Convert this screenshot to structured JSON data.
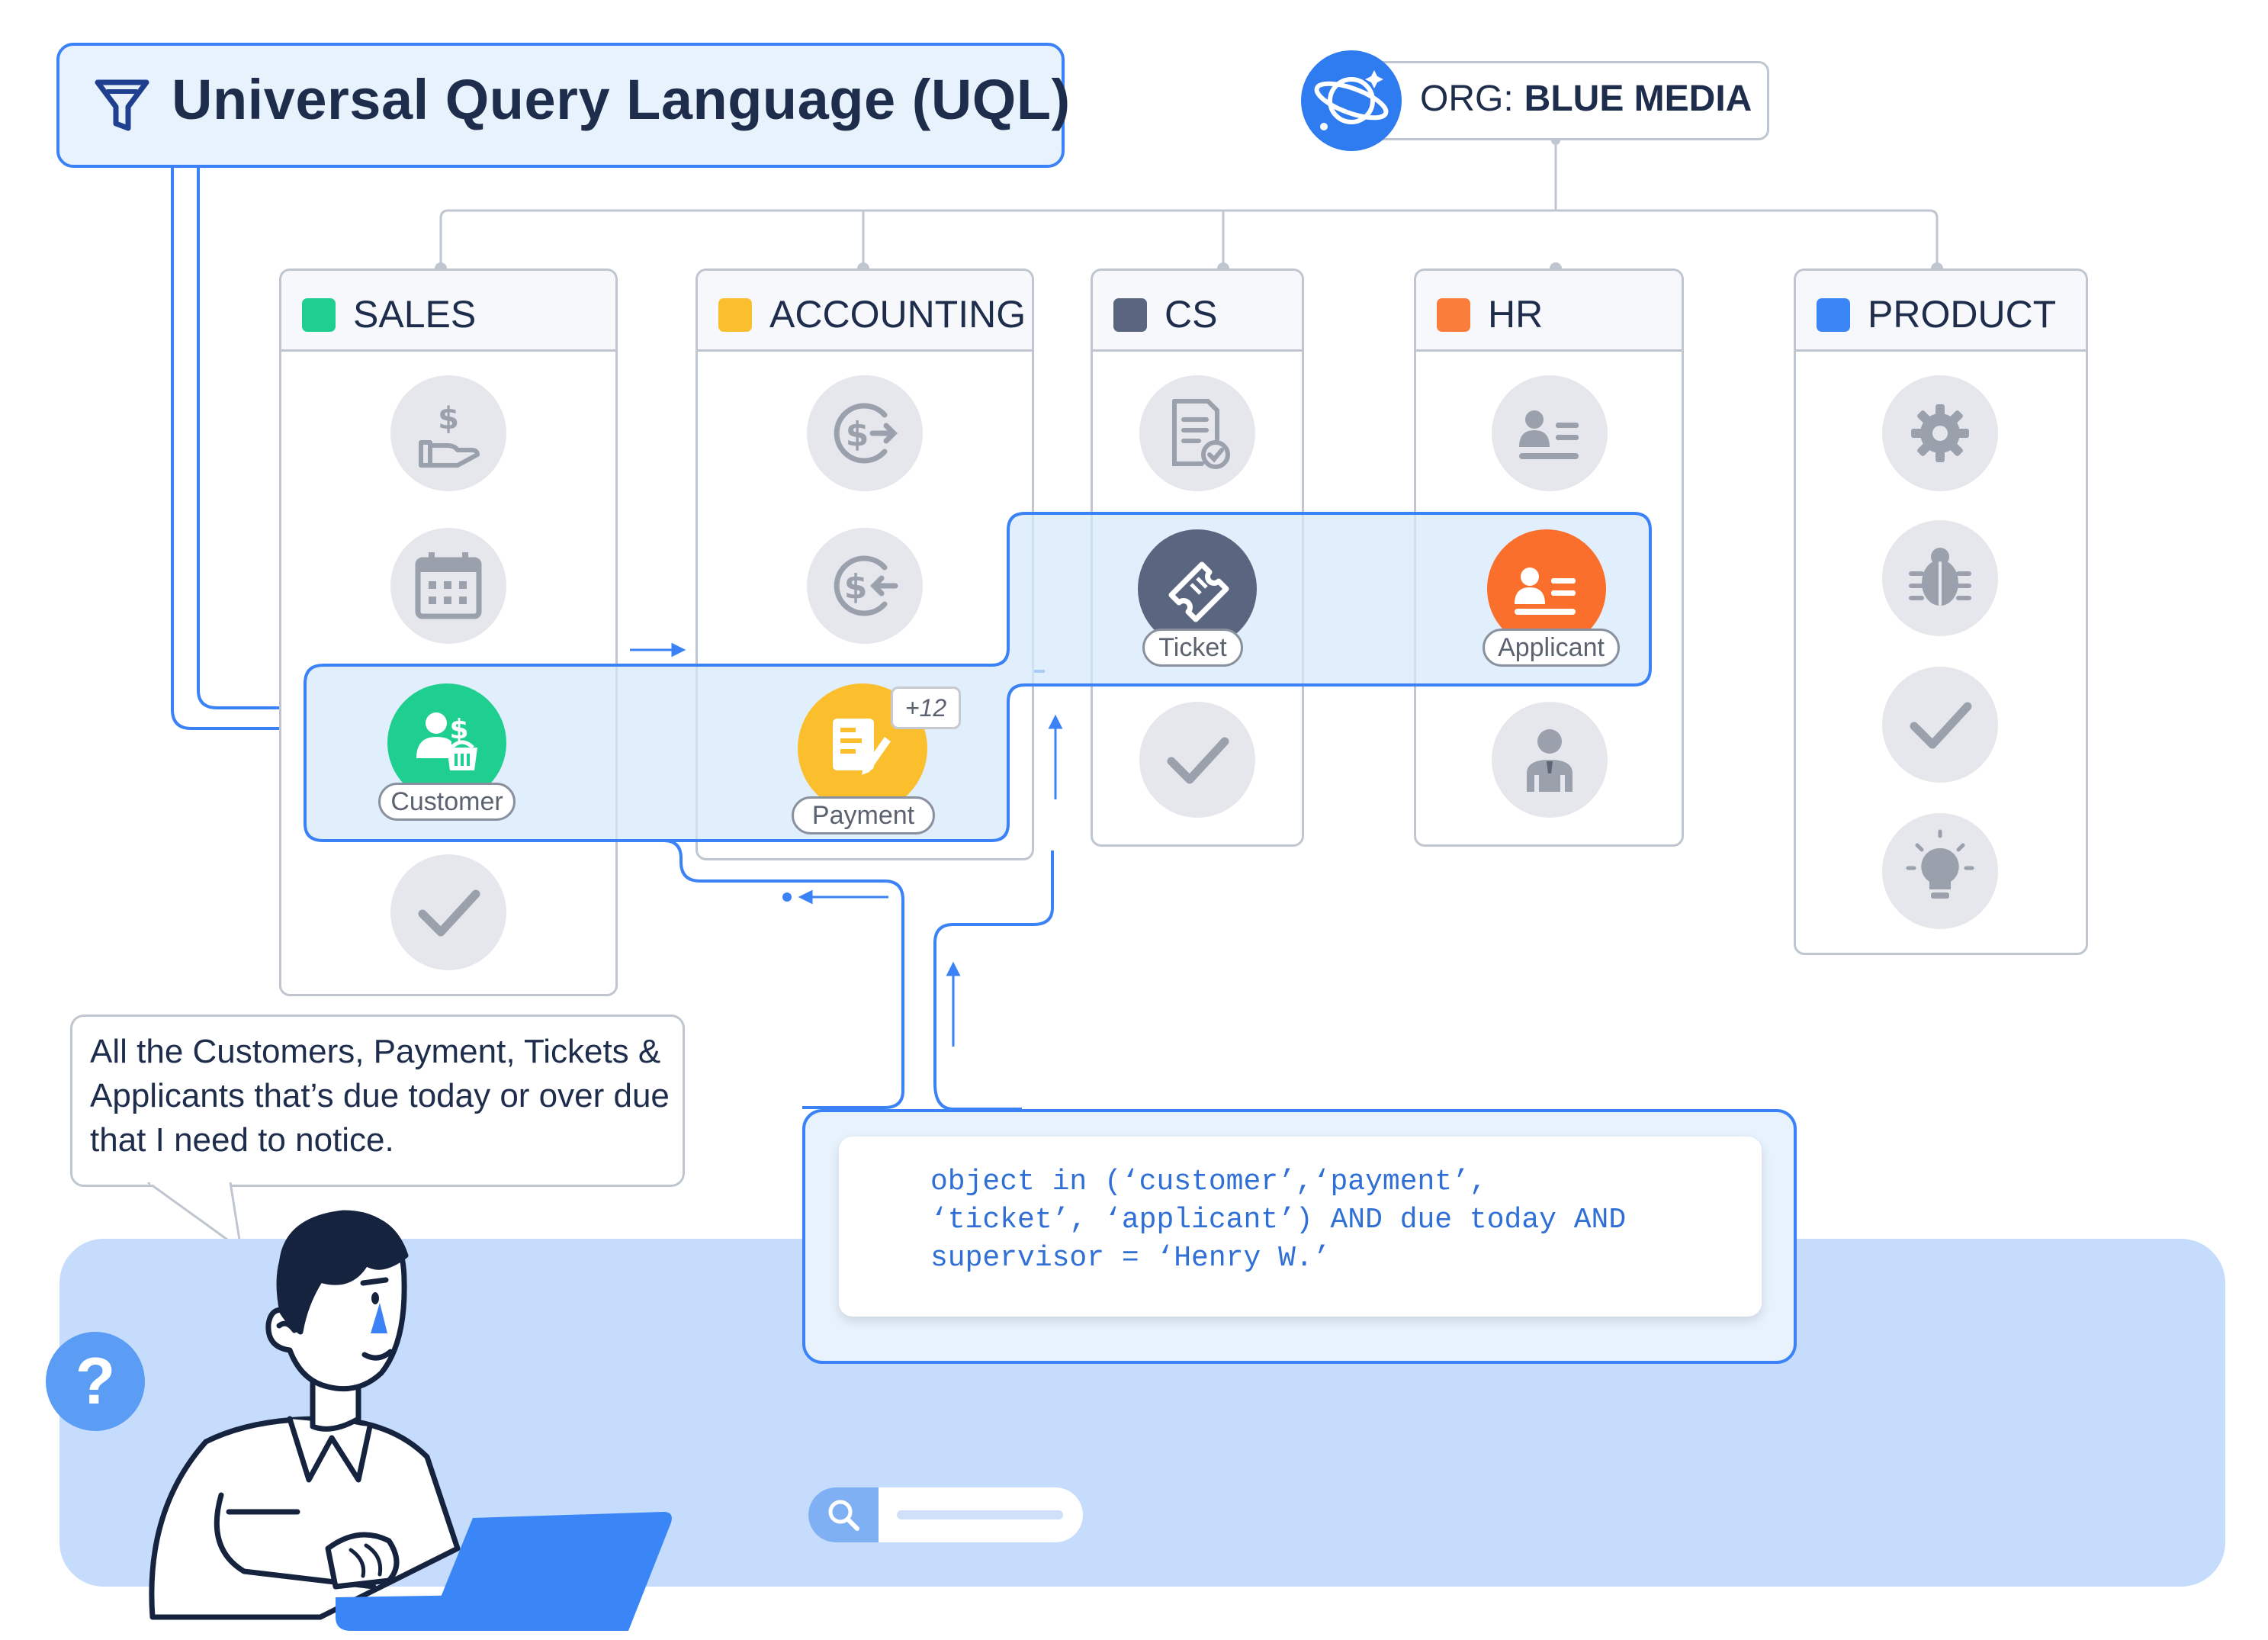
{
  "title": "Universal Query Language (UQL)",
  "org": {
    "prefix": "ORG:",
    "name": "BLUE MEDIA"
  },
  "departments": [
    {
      "label": "SALES",
      "color": "#1fcf8f"
    },
    {
      "label": "ACCOUNTING",
      "color": "#fbbf2e"
    },
    {
      "label": "CS",
      "color": "#5a6680"
    },
    {
      "label": "HR",
      "color": "#fb7d3c"
    },
    {
      "label": "PRODUCT",
      "color": "#3b86f7"
    }
  ],
  "entities": {
    "customer": {
      "label": "Customer",
      "color": "#1fcf8f",
      "icon": "customer-icon"
    },
    "payment": {
      "label": "Payment",
      "color": "#fbbf2e",
      "icon": "payment-icon",
      "badge": "+12"
    },
    "ticket": {
      "label": "Ticket",
      "color": "#5a6680",
      "icon": "ticket-icon"
    },
    "applicant": {
      "label": "Applicant",
      "color": "#fb6f2c",
      "icon": "applicant-icon"
    }
  },
  "bubble": {
    "text": "All the Customers, Payment, Tickets & Applicants that’s due today or over due that I need to notice."
  },
  "query": {
    "line1": "object in (‘customer’,‘payment’,",
    "line2": "‘ticket’, ‘applicant’) AND due today AND",
    "line3": "supervisor = ‘Henry W.’"
  },
  "help": {
    "symbol": "?"
  },
  "colors": {
    "accent": "#3b82f6",
    "bottom_bar": "#c5dcfc",
    "gray_icon": "#e5e7ec"
  }
}
